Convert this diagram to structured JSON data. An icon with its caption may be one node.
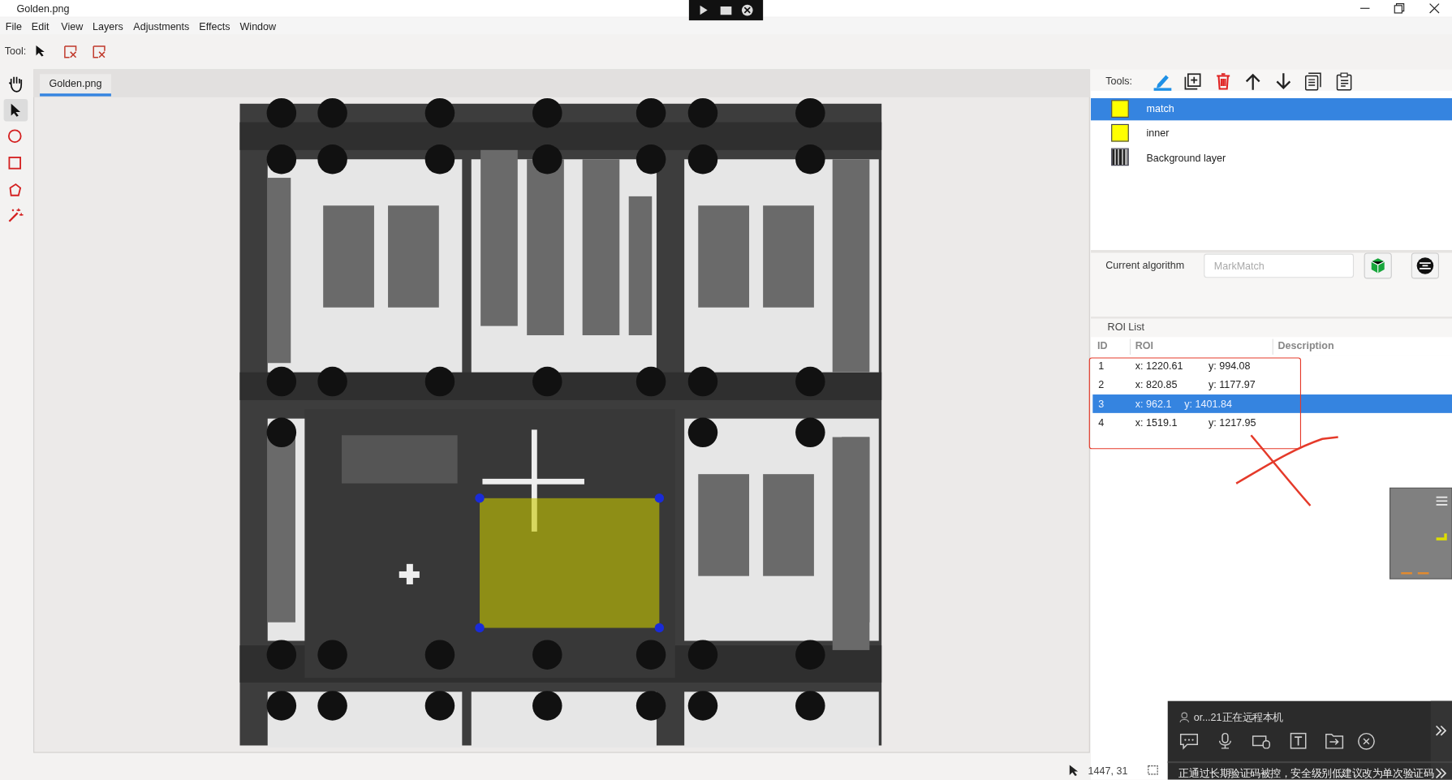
{
  "diagram": {
    "labels": [
      "Golden.png",
      "File",
      "Edit",
      "View",
      "Layers",
      "Adjustments",
      "Effects",
      "Window",
      "Tool:",
      "Golden.png",
      "Tools:",
      "match",
      "inner",
      "Background layer",
      "Current algorithm",
      "MarkMatch",
      "ROI List",
      "ID",
      "ROI",
      "Description",
      "1",
      "x: 1220.61",
      "y: 994.08",
      "2",
      "x: 820.85",
      "y: 1177.97",
      "3",
      "x: 962.1",
      "y: 1401.84",
      "4",
      "x: 1519.1",
      "y: 1217.95",
      "or...21正在远程本机",
      "1447, 31",
      "正通过长期验证码被控，安全级别低建议改为单次验证码"
    ]
  }
}
